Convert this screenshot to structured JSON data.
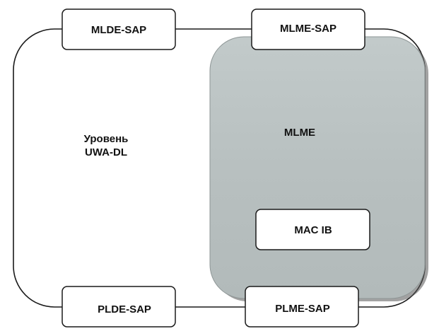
{
  "diagram": {
    "layer": {
      "label_line1": "Уровень",
      "label_line2": "UWA-DL"
    },
    "mlme": {
      "label": "MLME",
      "fill": "#b9c1c1"
    },
    "mac_ib": {
      "label": "MAC IB"
    },
    "saps": {
      "mlde": "MLDE-SAP",
      "mlme": "MLME-SAP",
      "plde": "PLDE-SAP",
      "plme": "PLME-SAP"
    }
  }
}
